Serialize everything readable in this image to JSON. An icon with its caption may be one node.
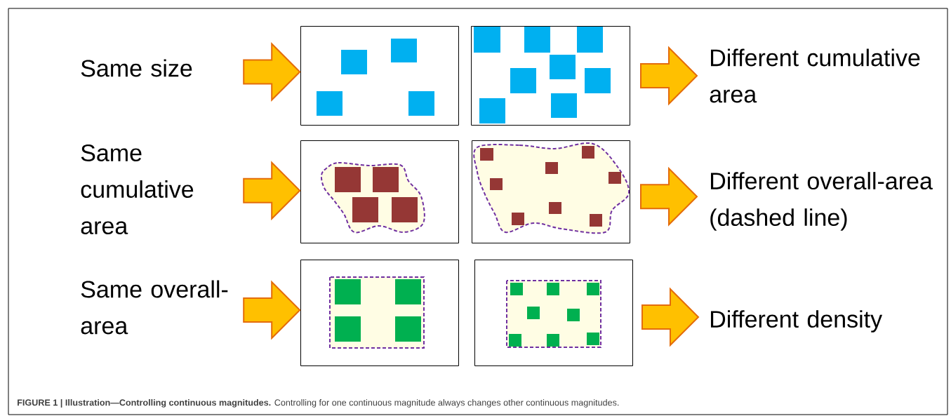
{
  "diagram": {
    "caption": "**FIGURE 1 | Illustration—Controlling continuous magnitudes.** Controlling for one continuous magnitude always changes other continuous magnitudes.",
    "nodes": [
      {
        "text": [
          "Same size"
        ]
      },
      {
        "text": [],
        "shape": "box"
      },
      {
        "text": [],
        "shape": "box"
      },
      {
        "text": [
          "Different cumulative area"
        ]
      },
      {
        "text": [
          "Same cumulative area"
        ]
      },
      {
        "text": [],
        "shape": "box"
      },
      {
        "text": [],
        "shape": "box"
      },
      {
        "text": [
          "Different overall-area (dashed line)"
        ]
      },
      {
        "text": [
          "Same overall-area"
        ]
      },
      {
        "text": [],
        "shape": "box"
      },
      {
        "text": [],
        "shape": "box"
      },
      {
        "text": [
          "Different density"
        ]
      }
    ],
    "edges": [
      {
        "from": 0,
        "to": 1,
        "arrow": "to"
      },
      {
        "from": 2,
        "to": 3,
        "arrow": "to"
      },
      {
        "from": 4,
        "to": 5,
        "arrow": "to"
      },
      {
        "from": 6,
        "to": 7,
        "arrow": "to"
      },
      {
        "from": 8,
        "to": 9,
        "arrow": "to"
      },
      {
        "from": 10,
        "to": 11,
        "arrow": "to"
      }
    ]
  }
}
